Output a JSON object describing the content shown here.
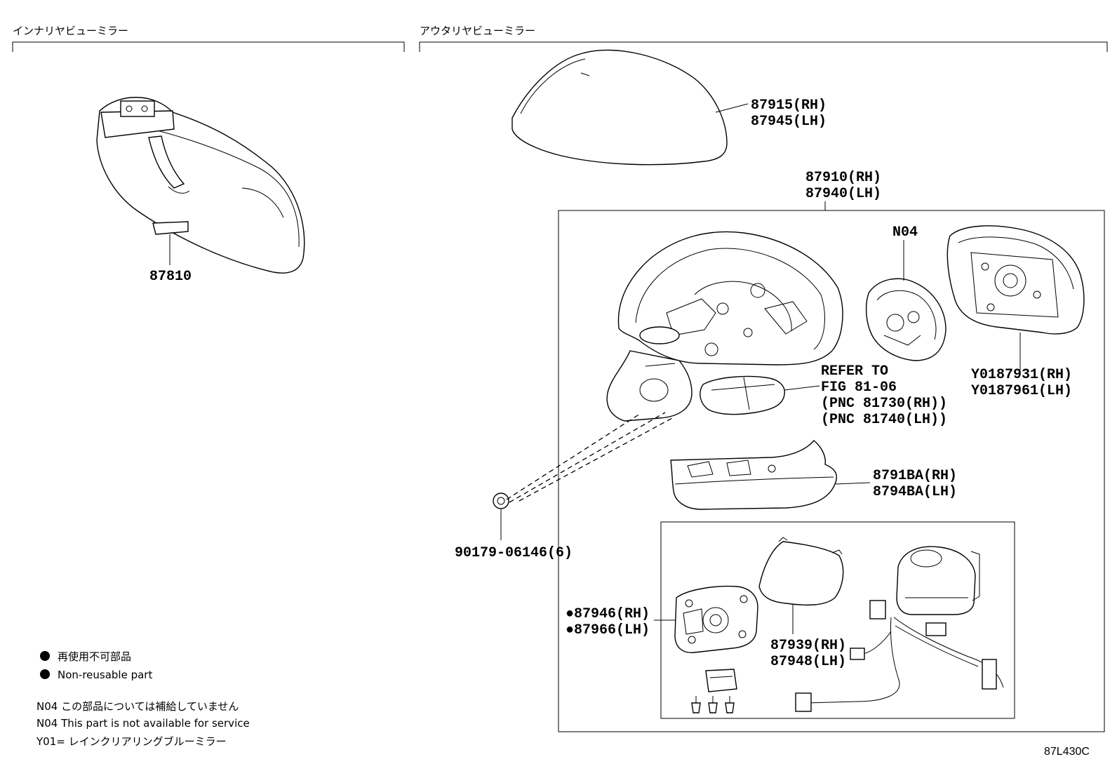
{
  "sections": {
    "inner": "インナリヤビューミラー",
    "outer": "アウタリヤビューミラー"
  },
  "labels": {
    "inner_mirror": "87810",
    "cover_rh": "87915(RH)",
    "cover_lh": "87945(LH)",
    "assy_rh": "87910(RH)",
    "assy_lh": "87940(LH)",
    "n04": "N04",
    "rain_rh": "Y0187931(RH)",
    "rain_lh": "Y0187961(LH)",
    "refer_1": "REFER TO",
    "refer_2": "FIG 81-06",
    "refer_3": "(PNC 81730(RH))",
    "refer_4": "(PNC 81740(LH))",
    "visor_rh": "8791BA(RH)",
    "visor_lh": "8794BA(LH)",
    "clip": "90179-06146(6)",
    "holder_rh": "●87946(RH)",
    "holder_lh": "●87966(LH)",
    "glass_rh": "87939(RH)",
    "glass_lh": "87948(LH)"
  },
  "notes": {
    "nonreuse_jp": "再使用不可部品",
    "nonreuse_en": "Non-reusable part",
    "n04_jp": "N04 この部品については補給していません",
    "n04_en": "N04 This part is not available for service",
    "y01": "Y01= レインクリアリングブルーミラー"
  },
  "figure_code": "87L430C"
}
